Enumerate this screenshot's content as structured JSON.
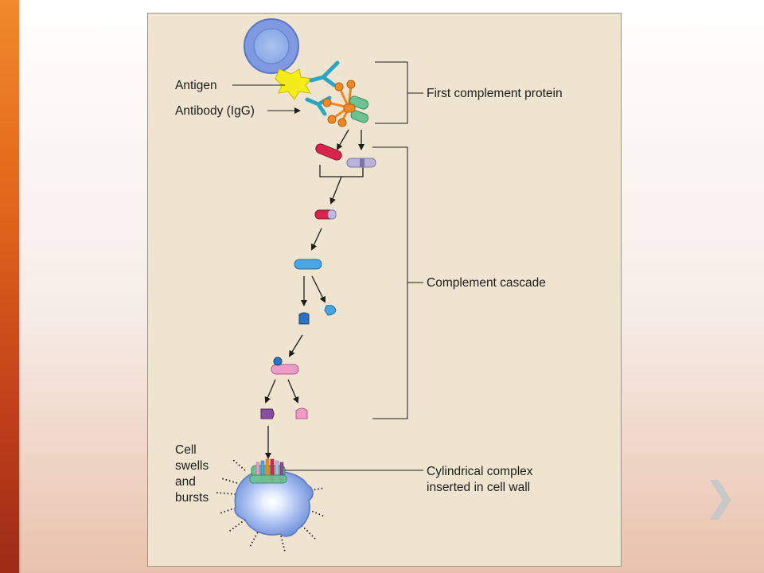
{
  "diagram": {
    "labels": {
      "antigen": "Antigen",
      "antibody": "Antibody (IgG)",
      "first_protein": "First complement protein",
      "cascade": "Complement cascade",
      "cell_line1": "Cell",
      "cell_line2": "swells",
      "cell_line3": "and",
      "cell_line4": "bursts",
      "complex_line1": "Cylindrical complex",
      "complex_line2": "inserted in cell wall"
    },
    "colors": {
      "panel": "#efe4cf",
      "antigen": "#f4ec16",
      "antibody": "#2aa6c4",
      "complement_orange": "#ee8a22",
      "red_fragment": "#d8244a",
      "lavender_fragment": "#b9b3dc",
      "blue_fragment": "#4aa6e0",
      "pink_fragment": "#ee9cc6",
      "purple_fragment": "#8a4c9c",
      "cell": "#b4c8f4"
    }
  },
  "navigation": {
    "next_icon": "chevron-right-icon",
    "next_glyph": "❯"
  }
}
